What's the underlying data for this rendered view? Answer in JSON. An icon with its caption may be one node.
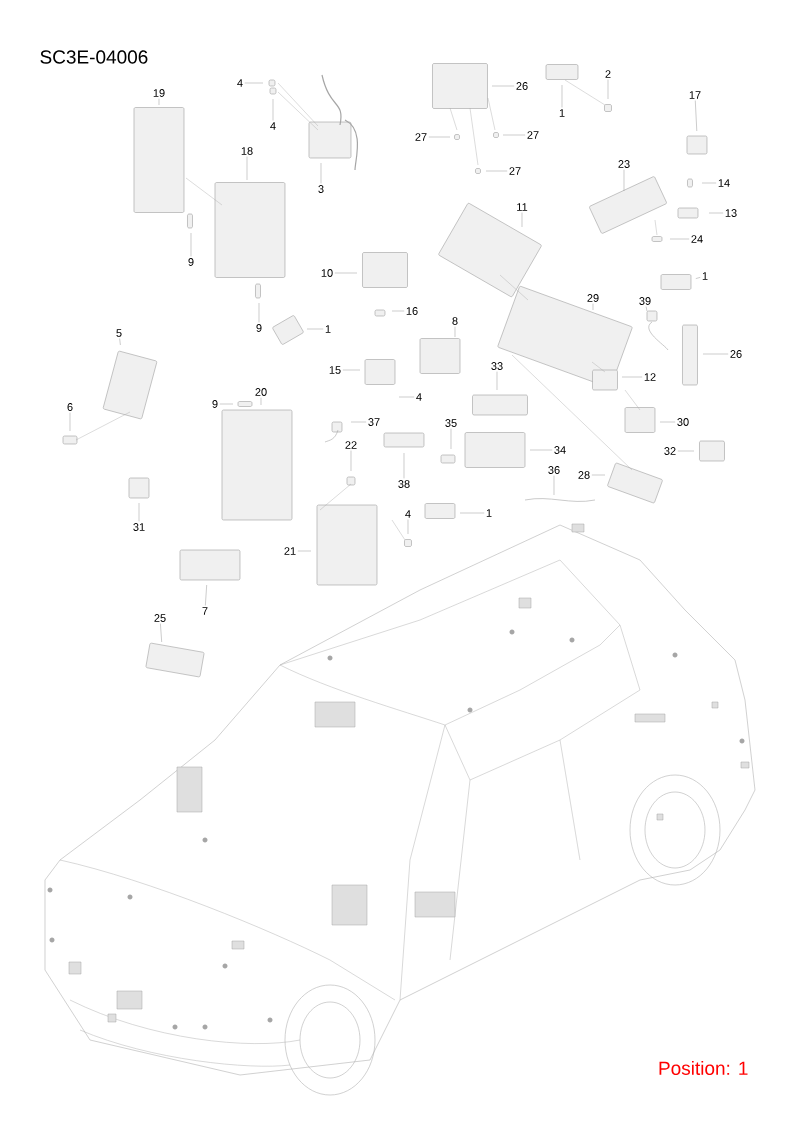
{
  "diagram": {
    "title": "SC3E-04006",
    "nodes": [
      {
        "text": [
          "4"
        ]
      },
      {
        "text": [
          "4"
        ]
      },
      {
        "text": [
          "3"
        ]
      },
      {
        "text": [
          "19"
        ]
      },
      {
        "text": [
          "18"
        ]
      },
      {
        "text": [
          "9"
        ]
      },
      {
        "text": [
          "9"
        ]
      },
      {
        "text": [
          "26"
        ]
      },
      {
        "text": [
          "27"
        ]
      },
      {
        "text": [
          "27"
        ]
      },
      {
        "text": [
          "27"
        ]
      },
      {
        "text": [
          "1"
        ]
      },
      {
        "text": [
          "2"
        ]
      },
      {
        "text": [
          "17"
        ]
      },
      {
        "text": [
          "23"
        ]
      },
      {
        "text": [
          "14"
        ]
      },
      {
        "text": [
          "13"
        ]
      },
      {
        "text": [
          "24"
        ]
      },
      {
        "text": [
          "11"
        ]
      },
      {
        "text": [
          "10"
        ]
      },
      {
        "text": [
          "1"
        ]
      },
      {
        "text": [
          "16"
        ]
      },
      {
        "text": [
          "8"
        ]
      },
      {
        "text": [
          "15"
        ]
      },
      {
        "text": [
          "4"
        ]
      },
      {
        "text": [
          "29"
        ]
      },
      {
        "text": [
          "39"
        ]
      },
      {
        "text": [
          "1"
        ]
      },
      {
        "text": [
          "26"
        ]
      },
      {
        "text": [
          "12"
        ]
      },
      {
        "text": [
          "33"
        ]
      },
      {
        "text": [
          "30"
        ]
      },
      {
        "text": [
          "35"
        ]
      },
      {
        "text": [
          "34"
        ]
      },
      {
        "text": [
          "32"
        ]
      },
      {
        "text": [
          "36"
        ]
      },
      {
        "text": [
          "28"
        ]
      },
      {
        "text": [
          "1"
        ]
      },
      {
        "text": [
          "5"
        ]
      },
      {
        "text": [
          "6"
        ]
      },
      {
        "text": [
          "9"
        ]
      },
      {
        "text": [
          "20"
        ]
      },
      {
        "text": [
          "37"
        ]
      },
      {
        "text": [
          "22"
        ]
      },
      {
        "text": [
          "38"
        ]
      },
      {
        "text": [
          "31"
        ]
      },
      {
        "text": [
          "4"
        ]
      },
      {
        "text": [
          "21"
        ]
      },
      {
        "text": [
          "7"
        ]
      },
      {
        "text": [
          "25"
        ]
      }
    ],
    "edges": [
      {
        "from": 0,
        "to": null,
        "arrow": "none"
      },
      {
        "from": 1,
        "to": null,
        "arrow": "none"
      },
      {
        "from": 2,
        "to": null,
        "arrow": "none"
      },
      {
        "from": 3,
        "to": null,
        "arrow": "none"
      },
      {
        "from": 4,
        "to": null,
        "arrow": "none"
      },
      {
        "from": 5,
        "to": null,
        "arrow": "none"
      },
      {
        "from": 6,
        "to": null,
        "arrow": "none"
      },
      {
        "from": 7,
        "to": null,
        "arrow": "none"
      },
      {
        "from": 8,
        "to": null,
        "arrow": "none"
      },
      {
        "from": 9,
        "to": null,
        "arrow": "none"
      },
      {
        "from": 10,
        "to": null,
        "arrow": "none"
      },
      {
        "from": 11,
        "to": null,
        "arrow": "none"
      },
      {
        "from": 12,
        "to": null,
        "arrow": "none"
      },
      {
        "from": 13,
        "to": null,
        "arrow": "none"
      },
      {
        "from": 14,
        "to": null,
        "arrow": "none"
      },
      {
        "from": 15,
        "to": null,
        "arrow": "none"
      },
      {
        "from": 16,
        "to": null,
        "arrow": "none"
      },
      {
        "from": 17,
        "to": null,
        "arrow": "none"
      },
      {
        "from": 18,
        "to": null,
        "arrow": "none"
      },
      {
        "from": 19,
        "to": null,
        "arrow": "none"
      },
      {
        "from": 20,
        "to": null,
        "arrow": "none"
      },
      {
        "from": 21,
        "to": null,
        "arrow": "none"
      },
      {
        "from": 22,
        "to": null,
        "arrow": "none"
      },
      {
        "from": 23,
        "to": null,
        "arrow": "none"
      },
      {
        "from": 24,
        "to": null,
        "arrow": "none"
      },
      {
        "from": 25,
        "to": null,
        "arrow": "none"
      },
      {
        "from": 26,
        "to": null,
        "arrow": "none"
      },
      {
        "from": 27,
        "to": null,
        "arrow": "none"
      },
      {
        "from": 28,
        "to": null,
        "arrow": "none"
      },
      {
        "from": 29,
        "to": null,
        "arrow": "none"
      },
      {
        "from": 30,
        "to": null,
        "arrow": "none"
      },
      {
        "from": 31,
        "to": null,
        "arrow": "none"
      },
      {
        "from": 32,
        "to": null,
        "arrow": "none"
      },
      {
        "from": 33,
        "to": null,
        "arrow": "none"
      },
      {
        "from": 34,
        "to": null,
        "arrow": "none"
      },
      {
        "from": 35,
        "to": null,
        "arrow": "none"
      },
      {
        "from": 36,
        "to": null,
        "arrow": "none"
      },
      {
        "from": 37,
        "to": null,
        "arrow": "none"
      },
      {
        "from": 38,
        "to": null,
        "arrow": "none"
      },
      {
        "from": 39,
        "to": null,
        "arrow": "none"
      },
      {
        "from": 40,
        "to": null,
        "arrow": "none"
      },
      {
        "from": 41,
        "to": null,
        "arrow": "none"
      },
      {
        "from": 42,
        "to": null,
        "arrow": "none"
      },
      {
        "from": 43,
        "to": null,
        "arrow": "none"
      },
      {
        "from": 44,
        "to": null,
        "arrow": "none"
      },
      {
        "from": 45,
        "to": null,
        "arrow": "none"
      },
      {
        "from": 46,
        "to": null,
        "arrow": "none"
      },
      {
        "from": 47,
        "to": null,
        "arrow": "none"
      },
      {
        "from": 48,
        "to": null,
        "arrow": "none"
      },
      {
        "from": 49,
        "to": null,
        "arrow": "none"
      }
    ],
    "labels": [
      "Position: 1"
    ]
  }
}
